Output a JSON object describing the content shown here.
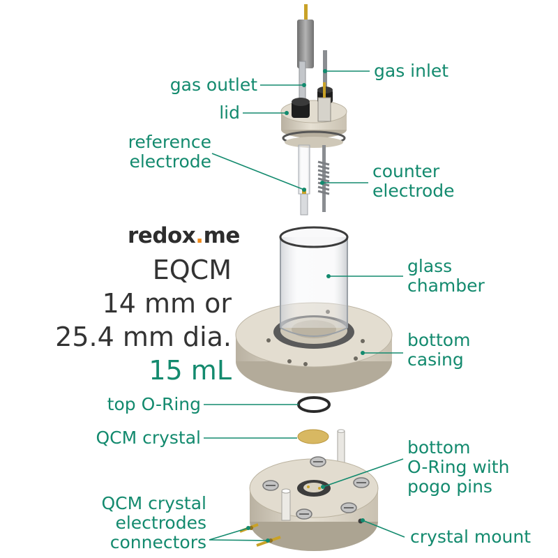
{
  "brand": {
    "logo_left": "redox",
    "logo_dot": ".",
    "logo_right": "me",
    "colors": {
      "accent": "#138a6e",
      "dot": "#f08a1c",
      "text": "#333333"
    }
  },
  "product": {
    "name": "EQCM",
    "size_line1": "14 mm or",
    "size_line2": "25.4 mm dia.",
    "volume": "15 mL"
  },
  "labels": {
    "gas_outlet": "gas outlet",
    "gas_inlet": "gas inlet",
    "lid": "lid",
    "reference_1": "reference",
    "reference_2": "electrode",
    "counter_1": "counter",
    "counter_2": "electrode",
    "glass_1": "glass",
    "glass_2": "chamber",
    "bottom_casing_1": "bottom",
    "bottom_casing_2": "casing",
    "top_oring": "top O-Ring",
    "qcm_crystal": "QCM crystal",
    "bottom_oring_1": "bottom",
    "bottom_oring_2": "O-Ring with",
    "bottom_oring_3": "pogo pins",
    "connectors_1": "QCM crystal",
    "connectors_2": "electrodes",
    "connectors_3": "connectors",
    "crystal_mount": "crystal mount"
  }
}
